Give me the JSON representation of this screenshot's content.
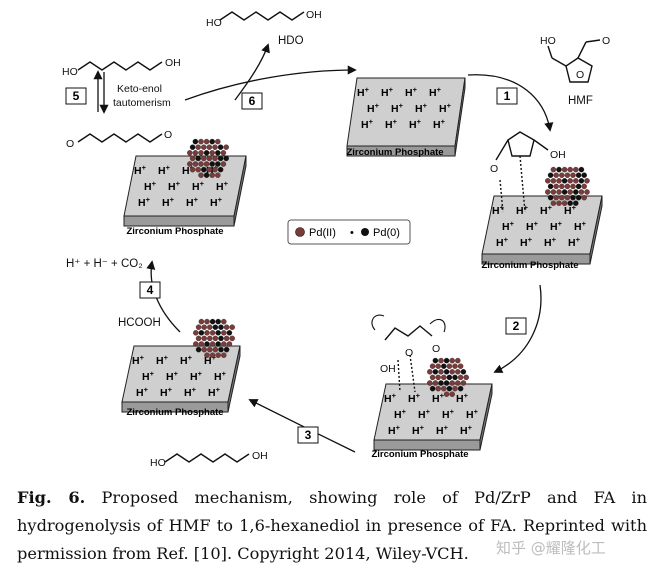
{
  "diagram": {
    "plate_label": "Zirconium Phosphate",
    "proton": "H",
    "proton_sup": "+",
    "hmf_label": "HMF",
    "hdo_label": "HDO",
    "tautomerism_line1": "Keto-enol",
    "tautomerism_line2": "tautomerism",
    "formic_acid": "HCOOH",
    "decomposition": "H⁺ + H⁻ + CO₂",
    "legend": {
      "pd2": "Pd(II)",
      "pd0": "Pd(0)"
    },
    "steps": [
      "1",
      "2",
      "3",
      "4",
      "5",
      "6"
    ],
    "atoms": {
      "OH": "OH",
      "O": "O",
      "HO": "HO",
      "H": "H"
    },
    "colors": {
      "pd2": "#7a3b3b",
      "pd0": "#111111",
      "plate": "#cfcfcf"
    }
  },
  "caption": {
    "label": "Fig. 6.",
    "text": " Proposed mechanism, showing role of Pd/ZrP and FA in hydrogenolysis of HMF to 1,6-hexanediol in presence of FA. Reprinted with permission from Ref. [10]. Copyright 2014, Wiley-VCH."
  },
  "watermark": "知乎 @耀隆化工"
}
